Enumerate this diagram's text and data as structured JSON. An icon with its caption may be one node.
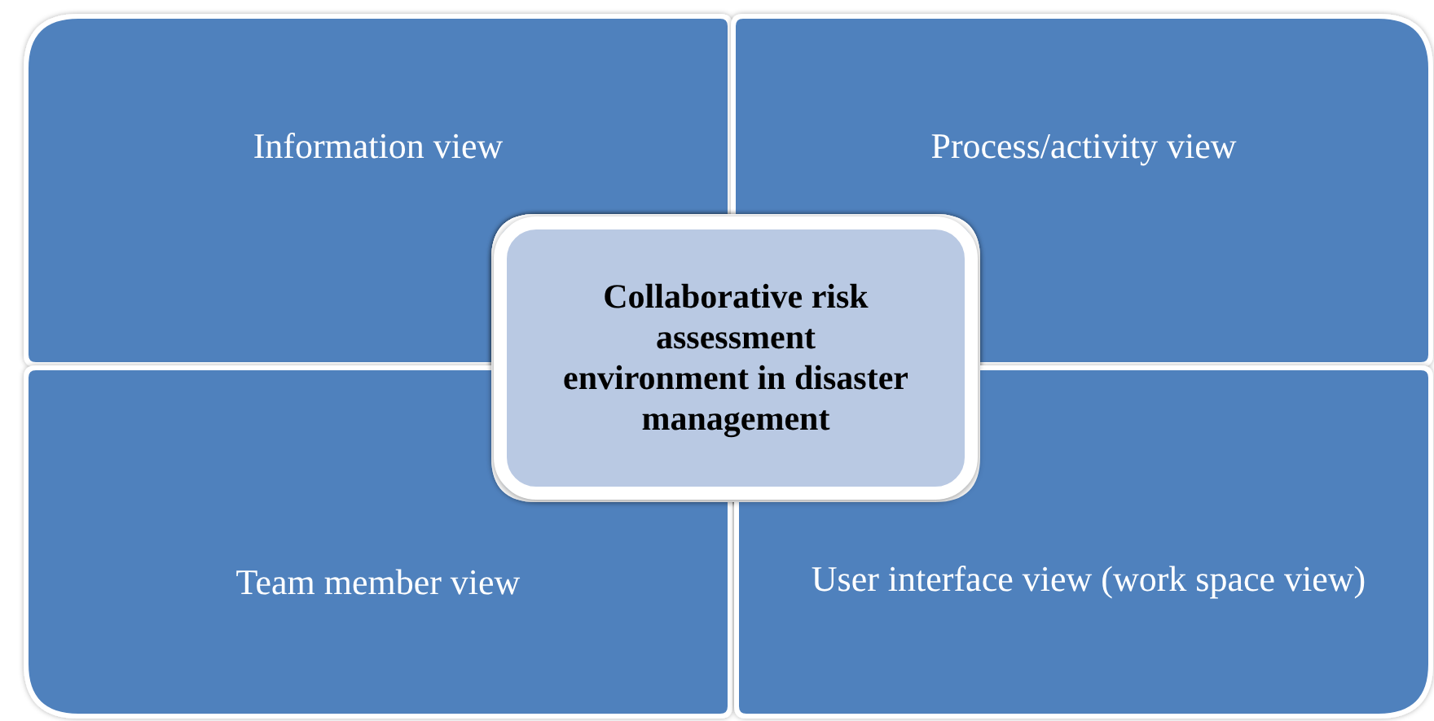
{
  "diagram": {
    "nodes": [
      {
        "text": [
          "Information view"
        ]
      },
      {
        "text": [
          "Process/activity view"
        ]
      },
      {
        "text": [
          "Team member view"
        ]
      },
      {
        "text": [
          "User interface view (work space view)"
        ]
      },
      {
        "text": [
          "Collaborative risk assessment environment in disaster management"
        ]
      }
    ]
  }
}
